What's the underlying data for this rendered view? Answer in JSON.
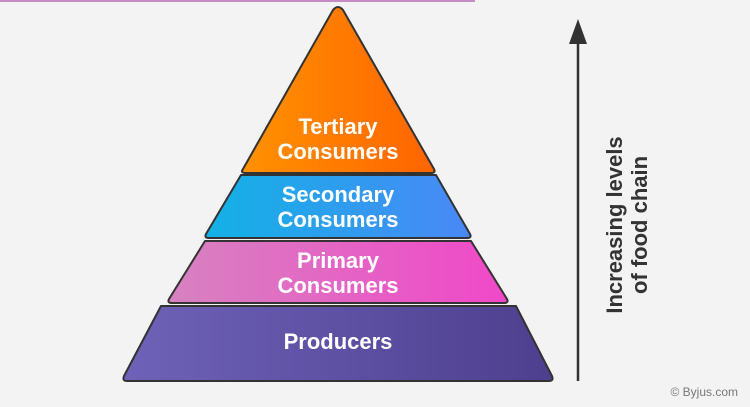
{
  "pyramid": {
    "levels": [
      {
        "line1": "Tertiary",
        "line2": "Consumers",
        "color_start": "#ff9200",
        "color_end": "#ff6400"
      },
      {
        "line1": "Secondary",
        "line2": "Consumers",
        "color_start": "#12b2e6",
        "color_end": "#4a88f6"
      },
      {
        "line1": "Primary",
        "line2": "Consumers",
        "color_start": "#d782c0",
        "color_end": "#f048c8"
      },
      {
        "line1": "Producers",
        "color_start": "#6e62b8",
        "color_end": "#4e3f8e"
      }
    ]
  },
  "axis": {
    "line1": "Increasing levels",
    "line2": "of food chain"
  },
  "copyright": "© Byjus.com"
}
